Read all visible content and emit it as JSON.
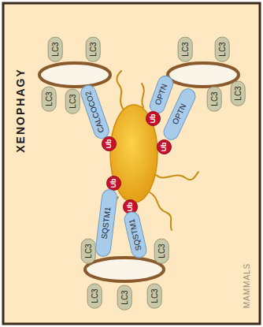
{
  "diagram": {
    "title": "XENOPHAGY",
    "nodes": [
      {
        "text": [
          "LC3"
        ]
      },
      {
        "text": [
          "LC3"
        ]
      },
      {
        "text": [
          "LC3"
        ]
      },
      {
        "text": [
          "LC3"
        ]
      },
      {
        "text": [
          "LC3"
        ]
      },
      {
        "text": [
          "LC3"
        ]
      },
      {
        "text": [
          "LC3"
        ]
      },
      {
        "text": [
          "LC3"
        ]
      },
      {
        "text": [
          "CALCOCO2"
        ]
      },
      {
        "text": [
          "OPTN"
        ]
      },
      {
        "text": [
          "OPTN"
        ]
      },
      {
        "text": [
          "Ub"
        ]
      },
      {
        "text": [
          "Ub"
        ]
      },
      {
        "text": [
          "Ub"
        ]
      },
      {
        "text": [
          "Ub"
        ]
      },
      {
        "text": [
          "Ub"
        ]
      },
      {
        "text": [
          "SQSTM1"
        ]
      },
      {
        "text": [
          "SQSTM1"
        ]
      },
      {
        "text": [
          "LC3"
        ]
      },
      {
        "text": [
          "LC3"
        ]
      },
      {
        "text": [
          "LC3"
        ]
      },
      {
        "text": [
          "LC3"
        ]
      },
      {
        "text": [
          "LC3"
        ]
      }
    ],
    "labels": [
      "MAMMALS"
    ]
  }
}
